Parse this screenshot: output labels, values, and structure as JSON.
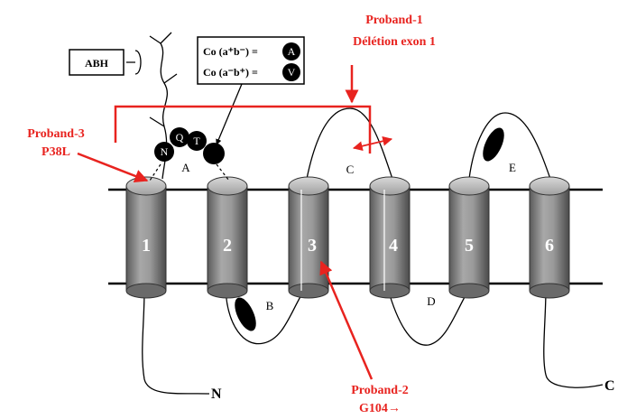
{
  "annotations": {
    "proband1_title": "Proband-1",
    "proband1_detail": "Délétion exon 1",
    "proband3_title": "Proband-3",
    "proband3_detail": "P38L",
    "proband2_title": "Proband-2",
    "proband2_detail": "G104→"
  },
  "abh_label": "ABH",
  "co_box": {
    "line1": "Co (a⁺b⁻) =",
    "line2": "Co (a⁻b⁺) =",
    "allele_a": "A",
    "allele_v": "V"
  },
  "residues": [
    "N",
    "Q",
    "T"
  ],
  "loops": [
    "A",
    "B",
    "C",
    "D",
    "E"
  ],
  "helices": [
    "1",
    "2",
    "3",
    "4",
    "5",
    "6"
  ],
  "termini": {
    "n": "N",
    "c": "C"
  },
  "colors": {
    "annotation_red": "#e8231f",
    "helix_gray": "#8a8a8a",
    "bead": "#000000"
  }
}
